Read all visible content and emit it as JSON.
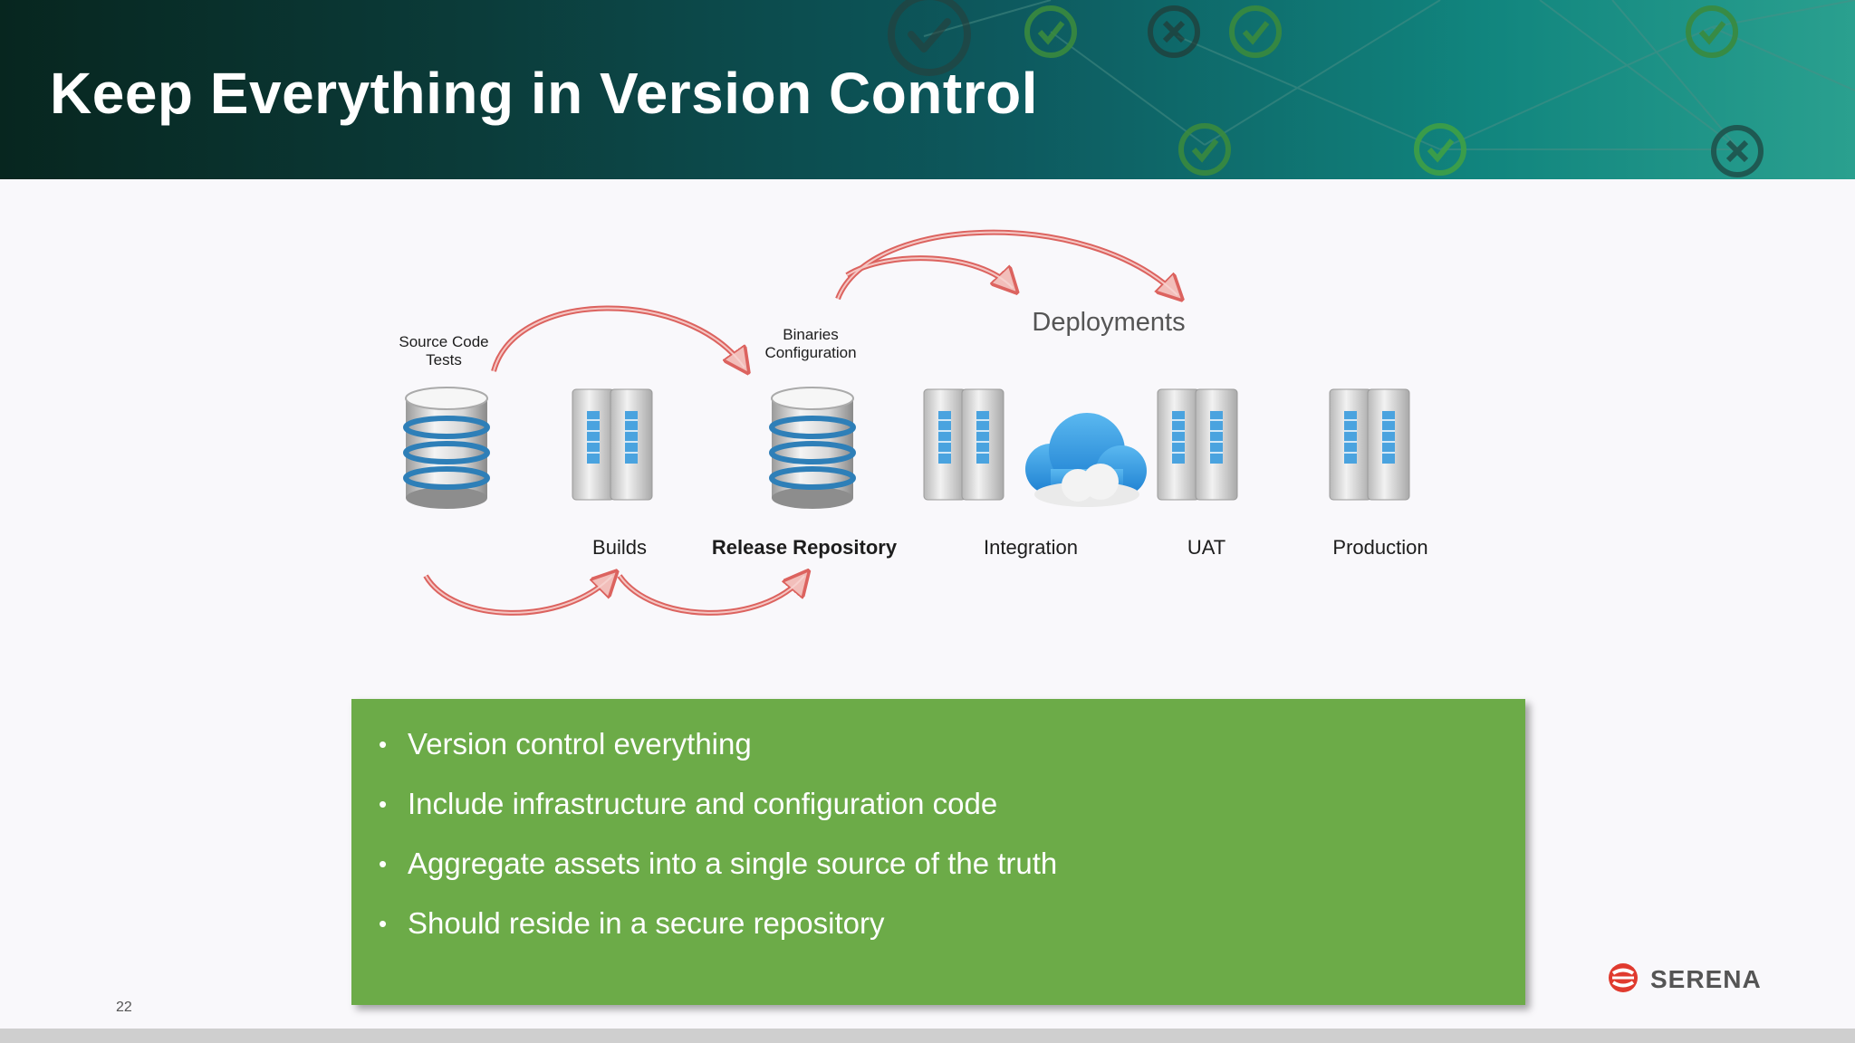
{
  "title": "Keep Everything in Version Control",
  "diagram": {
    "source_label_line1": "Source Code",
    "source_label_line2": "Tests",
    "binaries_label_line1": "Binaries",
    "binaries_label_line2": "Configuration",
    "deployments_label": "Deployments",
    "stages": {
      "builds": "Builds",
      "release_repository": "Release Repository",
      "integration": "Integration",
      "uat": "UAT",
      "production": "Production"
    }
  },
  "bullets": [
    "Version control everything",
    "Include infrastructure  and configuration code",
    "Aggregate assets into a single source of the  truth",
    "Should reside in a secure repository"
  ],
  "page_number": "22",
  "logo_text": "SERENA",
  "colors": {
    "accent_green": "#6cab48",
    "arrow_red": "#e06666",
    "header_dark": "#07261f",
    "header_teal": "#11857e"
  }
}
